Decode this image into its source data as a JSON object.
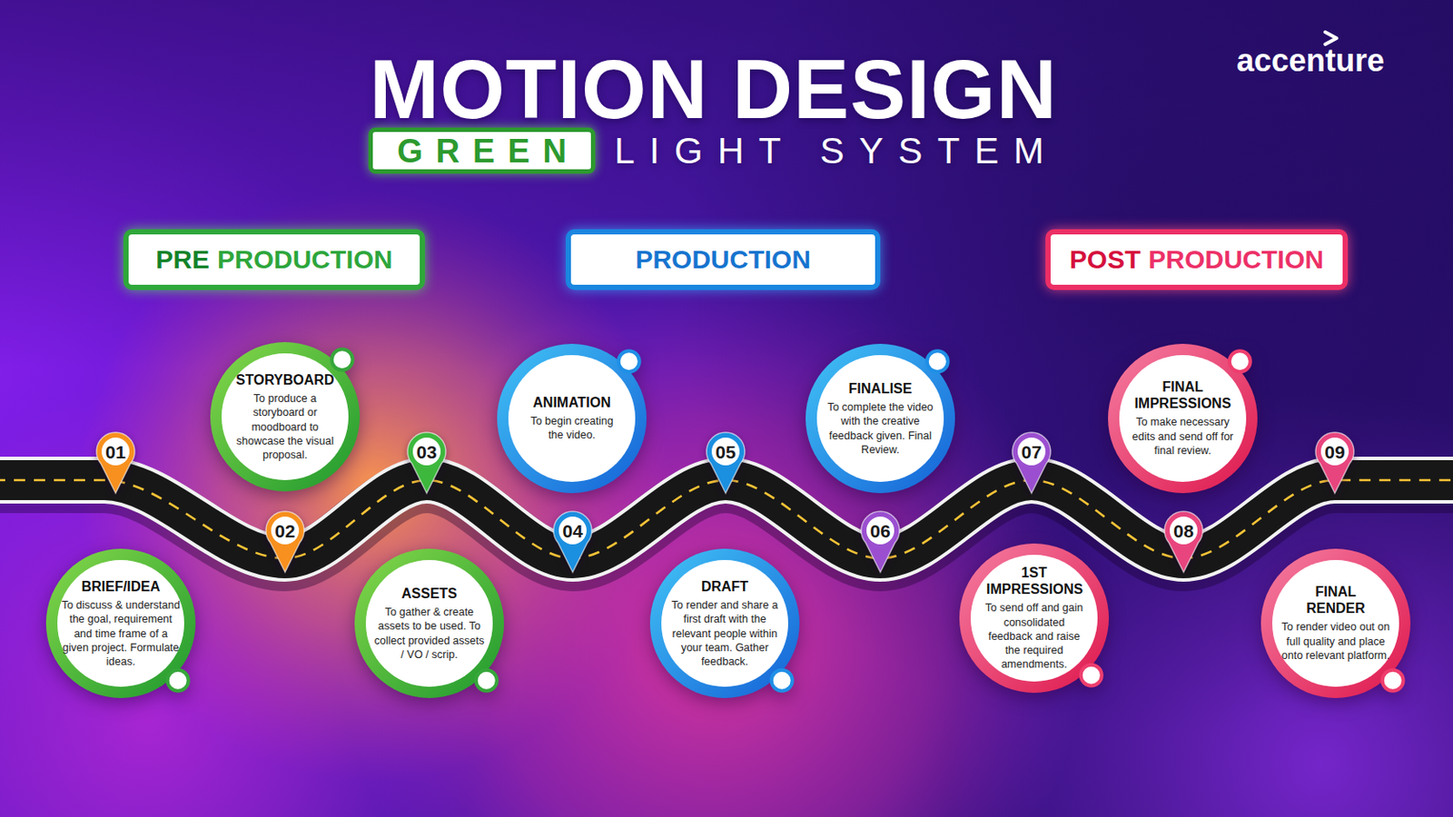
{
  "diagram": {
    "title": "MOTION DESIGN",
    "nodes": [
      {
        "text": [
          "GREEN"
        ]
      },
      {
        "text": [
          "PRE",
          "PRODUCTION"
        ]
      },
      {
        "text": [
          "PRODUCTION"
        ]
      },
      {
        "text": [
          "POST",
          "PRODUCTION"
        ]
      },
      {
        "text": [
          "01"
        ]
      },
      {
        "text": [
          "BRIEF/IDEA",
          "To discuss & understand the goal, requirement and time frame of a given project. Formulate ideas."
        ]
      },
      {
        "text": [
          "02"
        ]
      },
      {
        "text": [
          "STORYBOARD",
          "To produce a storyboard or moodboard to showcase the visual proposal."
        ]
      },
      {
        "text": [
          "03"
        ]
      },
      {
        "text": [
          "ASSETS",
          "To gather & create assets to be used. To collect provided assets / VO / scrip."
        ]
      },
      {
        "text": [
          "04"
        ]
      },
      {
        "text": [
          "ANIMATION",
          "To begin creating the video."
        ]
      },
      {
        "text": [
          "05"
        ]
      },
      {
        "text": [
          "DRAFT",
          "To render and share a first draft with the relevant people within your team. Gather feedback."
        ]
      },
      {
        "text": [
          "06"
        ]
      },
      {
        "text": [
          "FINALISE",
          "To complete the video with the creative feedback given. Final Review."
        ]
      },
      {
        "text": [
          "07"
        ]
      },
      {
        "text": [
          "1ST IMPRESSIONS",
          "To send off and gain consolidated feedback and raise the required amendments."
        ]
      },
      {
        "text": [
          "08"
        ]
      },
      {
        "text": [
          "FINAL IMPRESSIONS",
          "To make necessary edits and send off for final review."
        ]
      },
      {
        "text": [
          "09"
        ]
      },
      {
        "text": [
          "FINAL RENDER",
          "To render video out on full quality and place onto relevant platform."
        ]
      }
    ],
    "labels": [
      "LIGHT SYSTEM",
      "accenture"
    ]
  }
}
